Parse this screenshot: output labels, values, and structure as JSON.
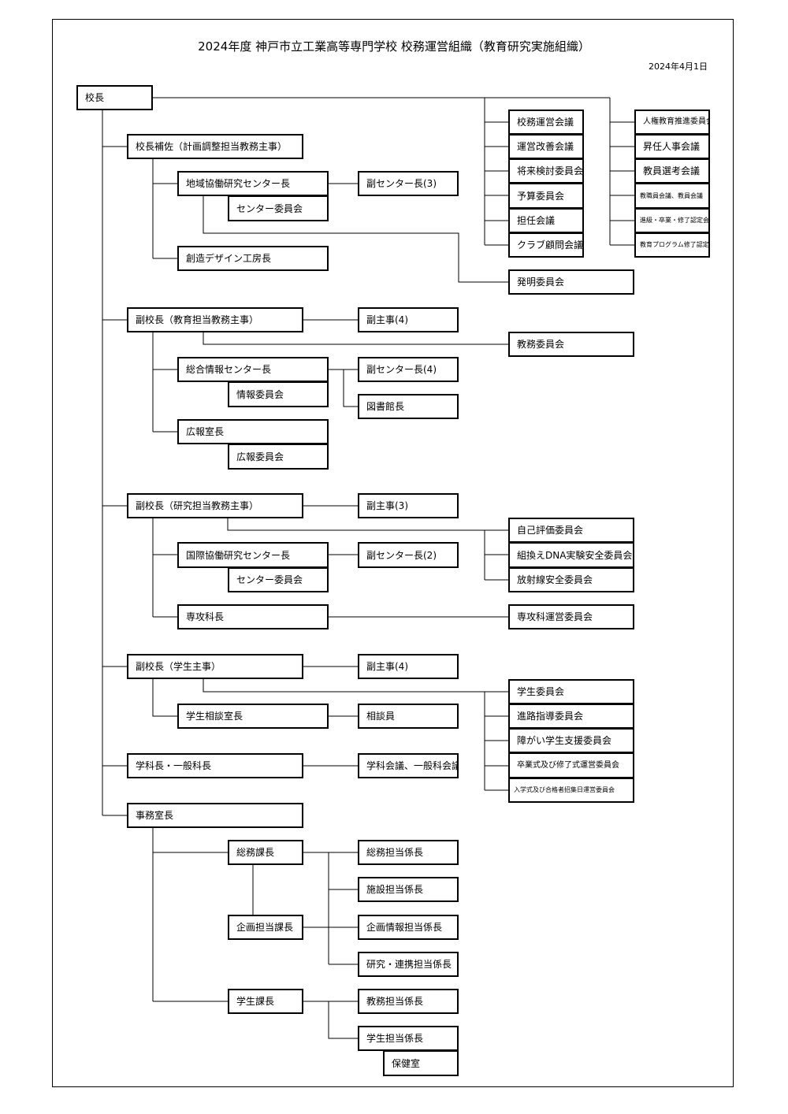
{
  "title": "2024年度 神戸市立工業高等専門学校 校務運営組織（教育研究実施組織）",
  "date": "2024年4月1日",
  "boxes": {
    "kocho": "校長",
    "hosa": "校長補佐（計画調整担当教務主事）",
    "chiiki": "地域協働研究センター長",
    "chiiki_fuku": "副センター長(3)",
    "chiiki_iinkai": "センター委員会",
    "sozo": "創造デザイン工房長",
    "kyoiku_fuku": "副校長（教育担当教務主事）",
    "kyoiku_fukushuji": "副主事(4)",
    "kyomu_iinkai": "教務委員会",
    "sogo": "総合情報センター長",
    "sogo_fuku": "副センター長(4)",
    "joho_iinkai": "情報委員会",
    "toshokan": "図書館長",
    "koho": "広報室長",
    "koho_iinkai": "広報委員会",
    "kenkyu_fuku": "副校長（研究担当教務主事）",
    "kenkyu_fukushuji": "副主事(3)",
    "jiko": "自己評価委員会",
    "kumikae": "組換えDNA実験安全委員会",
    "hoshasen": "放射線安全委員会",
    "kokusai": "国際協働研究センター長",
    "kokusai_fuku": "副センター長(2)",
    "kokusai_iinkai": "センター委員会",
    "senko": "専攻科長",
    "senko_unei": "専攻科運営委員会",
    "gakusei_fuku": "副校長（学生主事）",
    "gakusei_fukushuji": "副主事(4)",
    "gakusei_iinkai": "学生委員会",
    "shinro": "進路指導委員会",
    "shogai": "障がい学生支援委員会",
    "sotsugyo": "卒業式及び修了式運営委員会",
    "nyugaku": "入学式及び合格者招集日運営委員会",
    "sodanshitsu": "学生相談室長",
    "sodanin": "相談員",
    "gakka": "学科長・一般科長",
    "gakka_kaigi": "学科会議、一般科会議",
    "jimu": "事務室長",
    "somu": "総務課長",
    "kikaku": "企画担当課長",
    "gakuseika": "学生課長",
    "somu_kakari": "総務担当係長",
    "shisetsu": "施設担当係長",
    "kikaku_joho": "企画情報担当係長",
    "kenkyu_renkei": "研究・連携担当係長",
    "kyomu_kakari": "教務担当係長",
    "gakusei_kakari": "学生担当係長",
    "hokenshitsu": "保健室",
    "komu_unei": "校務運営会議",
    "unei_kaizen": "運営改善会議",
    "shorai": "将来検討委員会",
    "yosan": "予算委員会",
    "tannin": "担任会議",
    "club": "クラブ顧問会議",
    "hatsumei": "発明委員会",
    "jinken": "人権教育推進委員会",
    "shonin": "昇任人事会議",
    "kyoin_senko": "教員選考会議",
    "kyoshokuin": "教職員会議、教員会議",
    "shinkyu": "進級・卒業・修了認定会議",
    "kyoiku_program": "教育プログラム修了認定会議"
  }
}
